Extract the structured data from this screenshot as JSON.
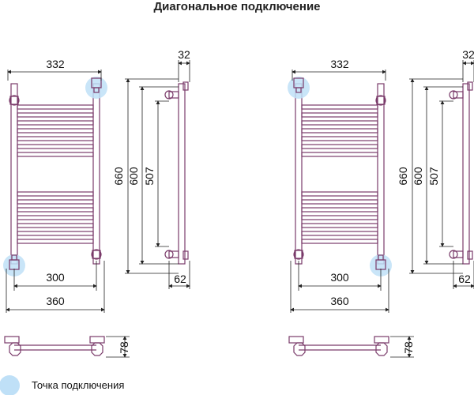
{
  "title": "Диагональное подключение",
  "legend": {
    "label": "Точка подключения",
    "marker_color": "#bfe0f7"
  },
  "colors": {
    "frame": "#7a3b6a",
    "dimension": "#222222",
    "connection": "#bfe0f7"
  },
  "views": [
    {
      "top_width": "332",
      "depth_top": "32",
      "height_total": "660",
      "height_center": "600",
      "height_inner": "507",
      "bottom_inner": "300",
      "bottom_total": "360",
      "offset": "62",
      "base_depth": "78",
      "connection_points": [
        "top-right",
        "bottom-left"
      ]
    },
    {
      "top_width": "332",
      "depth_top": "32",
      "height_total": "660",
      "height_center": "600",
      "height_inner": "507",
      "bottom_inner": "300",
      "bottom_total": "360",
      "offset": "62",
      "base_depth": "78",
      "connection_points": [
        "top-left",
        "bottom-right"
      ]
    }
  ]
}
